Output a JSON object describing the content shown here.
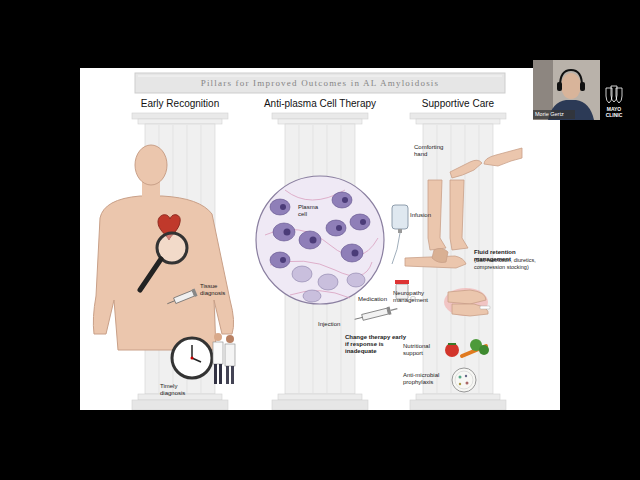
{
  "diagram": {
    "title": "Pillars for Improved Outcomes in AL Amyloidosis",
    "nodes": [
      {
        "text": [
          "Early Recognition"
        ]
      },
      {
        "text": [
          "Anti-plasma Cell Therapy"
        ]
      },
      {
        "text": [
          "Supportive Care"
        ]
      }
    ],
    "labels": [
      "Tissue diagnosis",
      "Timely diagnosis",
      "Plasma cell",
      "Infusion",
      "Medication",
      "Injection",
      "Change therapy early if response is inadequate",
      "Comforting hand",
      "Fluid retention management",
      "(Salt restriction, diuretics, compression stocking)",
      "Neuropathy management",
      "Nutritional support",
      "Anti-microbial prophylaxis",
      "Morie Gertz",
      "MAYO CLINIC"
    ]
  }
}
